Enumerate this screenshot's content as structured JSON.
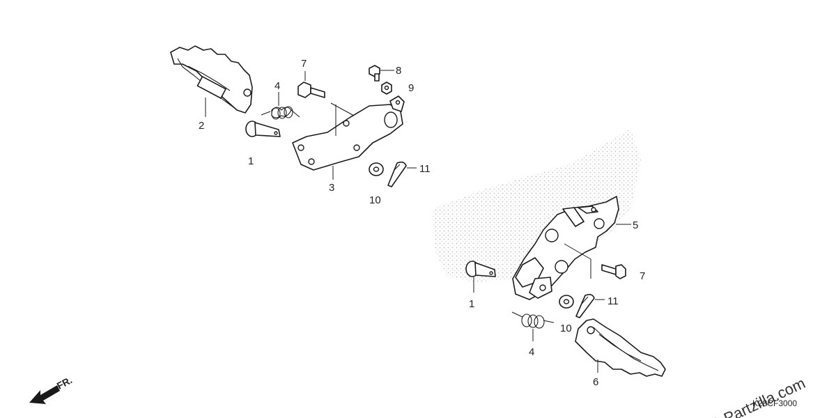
{
  "labels": {
    "left_1": "1",
    "left_2": "2",
    "left_3": "3",
    "left_4": "4",
    "left_7": "7",
    "left_8": "8",
    "left_9": "9",
    "left_10": "10",
    "left_11": "11",
    "right_1": "1",
    "right_4": "4",
    "right_5": "5",
    "right_6": "6",
    "right_7": "7",
    "right_10": "10",
    "right_11": "11"
  },
  "direction_label": "FR.",
  "watermark": "© Partzilla.com",
  "diagram_code": "K28CF3000",
  "colors": {
    "line": "#1a1a1a",
    "fill": "#ffffff",
    "shade": "#c8c8c8"
  }
}
